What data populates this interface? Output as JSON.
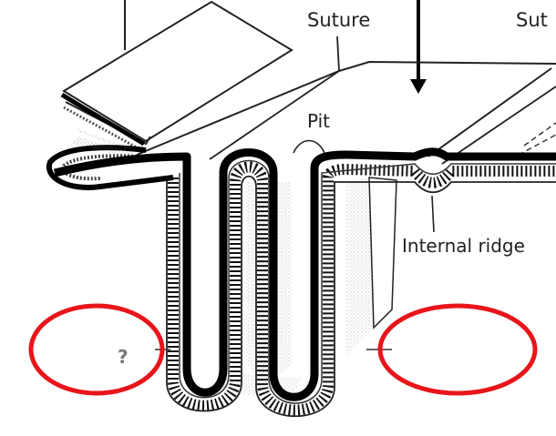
{
  "labels": {
    "suture_left": "Suture",
    "suture_right": "Sut",
    "pit": "Pit",
    "internal_ridge": "Internal ridge",
    "question_mark": "?"
  },
  "highlight_color": "#e8151b"
}
